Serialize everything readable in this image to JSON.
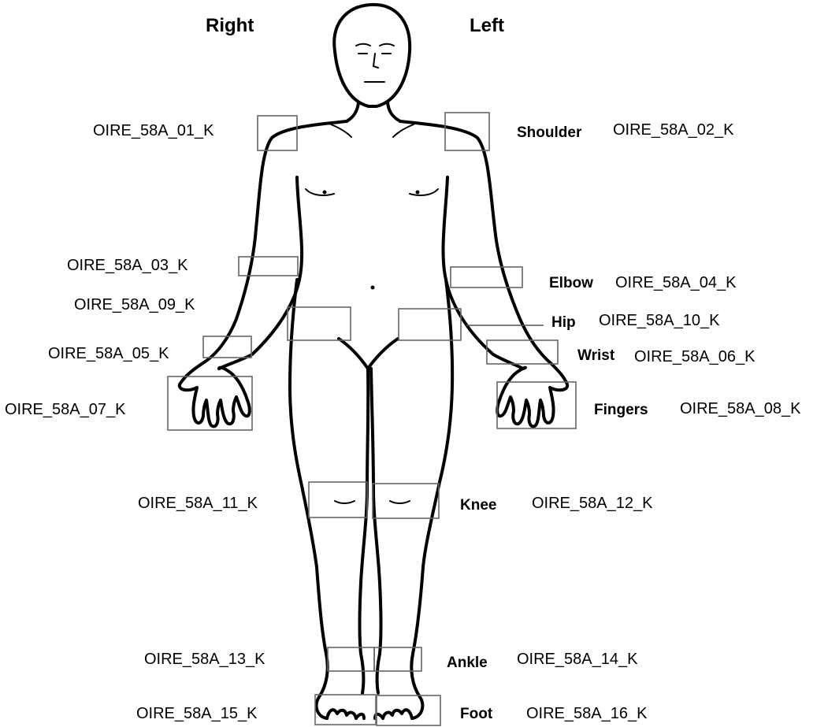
{
  "headers": {
    "right": "Right",
    "left": "Left"
  },
  "regions": {
    "shoulder": {
      "label": "Shoulder",
      "right_code": "OIRE_58A_01_K",
      "left_code": "OIRE_58A_02_K"
    },
    "elbow": {
      "label": "Elbow",
      "right_code": "OIRE_58A_03_K",
      "left_code": "OIRE_58A_04_K"
    },
    "hip": {
      "label": "Hip",
      "right_code": "OIRE_58A_09_K",
      "left_code": "OIRE_58A_10_K"
    },
    "wrist": {
      "label": "Wrist",
      "right_code": "OIRE_58A_05_K",
      "left_code": "OIRE_58A_06_K"
    },
    "fingers": {
      "label": "Fingers",
      "right_code": "OIRE_58A_07_K",
      "left_code": "OIRE_58A_08_K"
    },
    "knee": {
      "label": "Knee",
      "right_code": "OIRE_58A_11_K",
      "left_code": "OIRE_58A_12_K"
    },
    "ankle": {
      "label": "Ankle",
      "right_code": "OIRE_58A_13_K",
      "left_code": "OIRE_58A_14_K"
    },
    "foot": {
      "label": "Foot",
      "right_code": "OIRE_58A_15_K",
      "left_code": "OIRE_58A_16_K"
    }
  }
}
